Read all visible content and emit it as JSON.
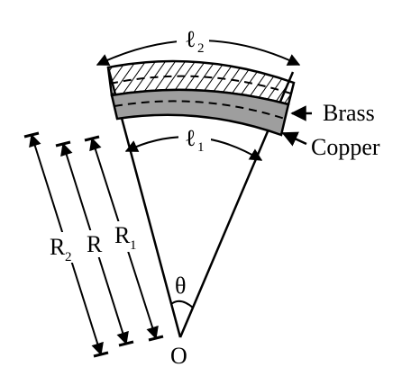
{
  "labels": {
    "l2": "ℓ",
    "l2_sub": "2",
    "l1": "ℓ",
    "l1_sub": "1",
    "brass": "Brass",
    "copper": "Copper",
    "R2": "R",
    "R2_sub": "2",
    "R": "R",
    "R1": "R",
    "R1_sub": "1",
    "theta": "θ",
    "origin": "O"
  },
  "colors": {
    "ink": "#000000",
    "brass_fill": "#ffffff",
    "copper_fill": "#9e9e9e"
  }
}
